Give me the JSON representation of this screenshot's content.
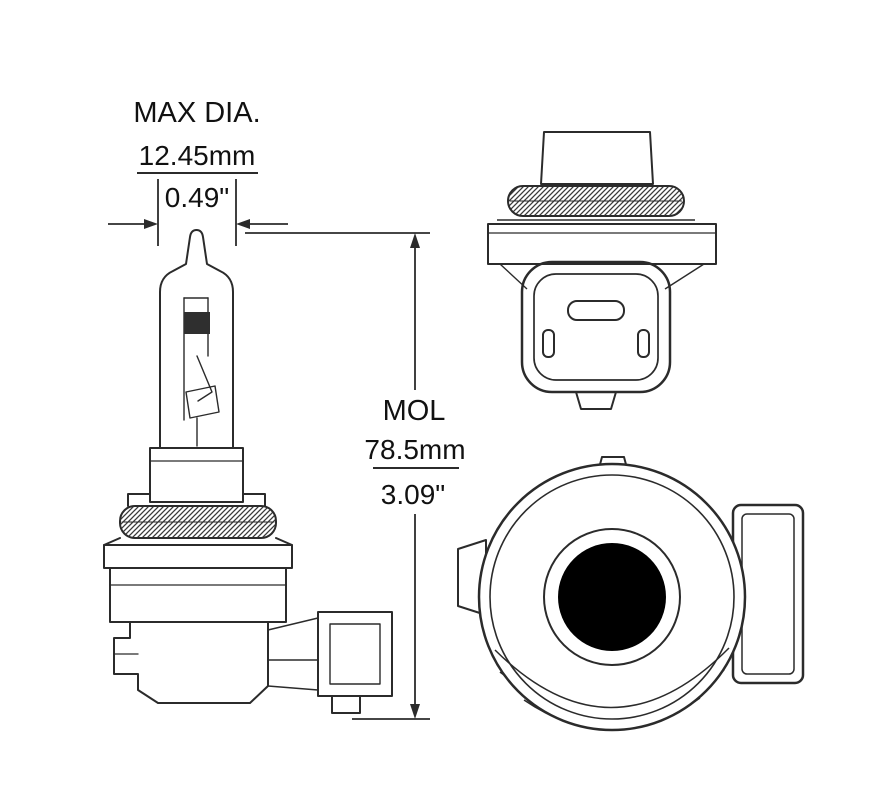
{
  "drawing": {
    "background": "#ffffff",
    "line_color": "#2b2b2b",
    "fill_black": "#000000",
    "annotations": {
      "max_dia": {
        "label": "MAX DIA.",
        "metric": "12.45mm",
        "imperial": "0.49\""
      },
      "mol": {
        "label": "MOL",
        "metric": "78.5mm",
        "imperial": "3.09\""
      }
    }
  }
}
